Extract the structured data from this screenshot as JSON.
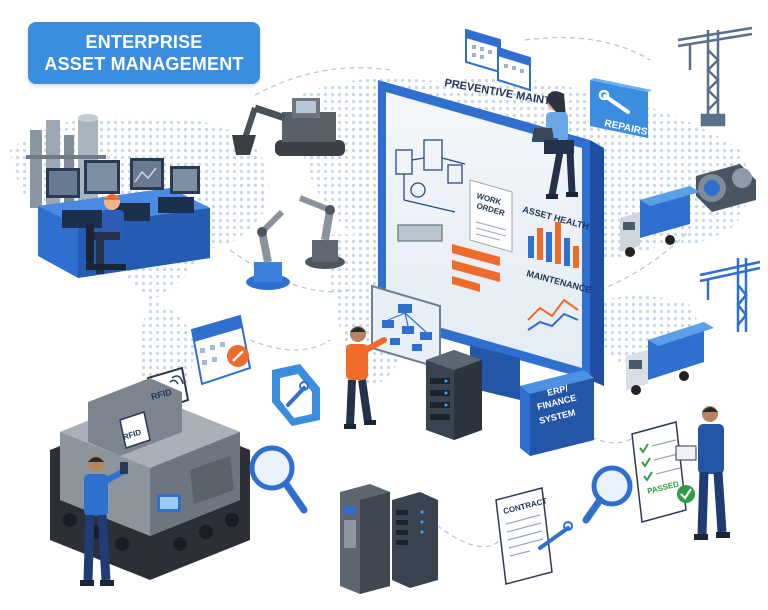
{
  "title": {
    "line1": "ENTERPRISE",
    "line2": "ASSET MANAGEMENT"
  },
  "labels": {
    "preventive_maint": "PREVENTIVE MAINT",
    "repairs": "REPAIRS",
    "work_order_1": "WORK",
    "work_order_2": "ORDER",
    "asset_health": "ASSET HEALTH",
    "maintenance": "MAINTENANCE",
    "erp_1": "ERP/",
    "erp_2": "FINANCE",
    "erp_3": "SYSTEM",
    "rfid_tag": "RFID",
    "rfid_machine": "RFID",
    "contract": "CONTRACT",
    "passed": "PASSED"
  },
  "colors": {
    "accent": "#3b8de0",
    "dark_blue": "#2456a8",
    "orange": "#f06a2a",
    "green": "#2e9e46",
    "gray": "#6c7278"
  }
}
